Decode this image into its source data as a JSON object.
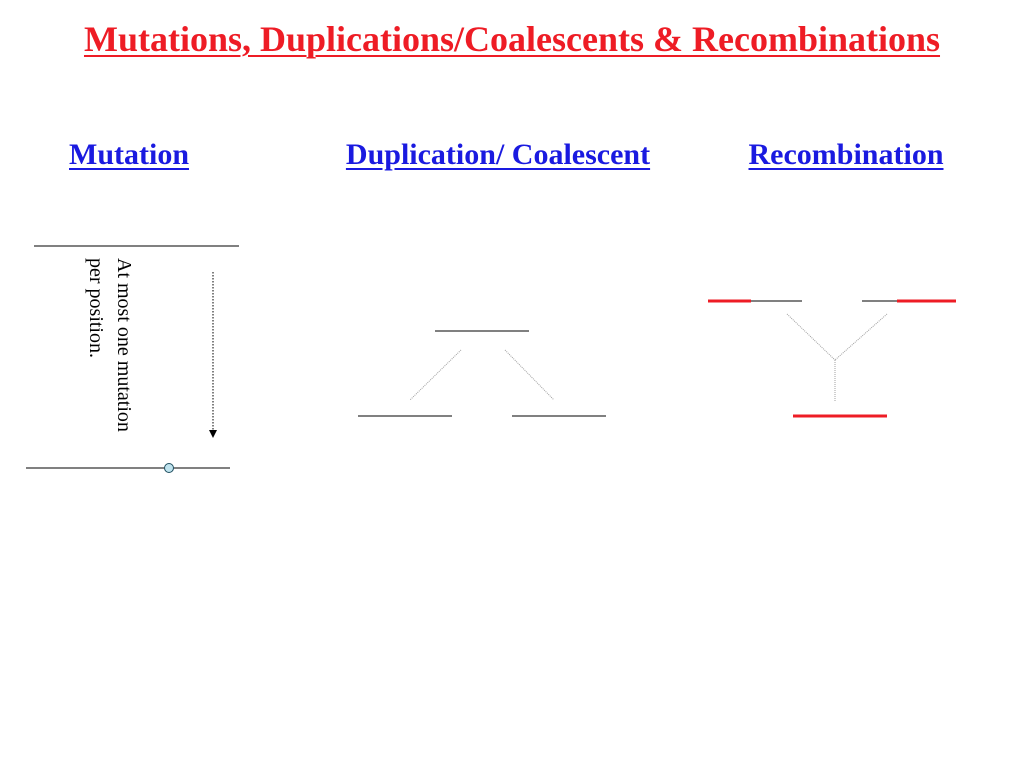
{
  "title": "Mutations, Duplications/Coalescents & Recombinations",
  "columns": {
    "mutation": "Mutation",
    "duplication": "Duplication/ Coalescent",
    "recombination": "Recombination"
  },
  "mutation_note": {
    "line1": "At most one mutation",
    "line2": "per position."
  },
  "colors": {
    "title": "#ee1c25",
    "heading": "#1a1ae0",
    "highlight": "#ee1c25",
    "mutation_marker": "#bfe3ee",
    "line": "#000000"
  }
}
